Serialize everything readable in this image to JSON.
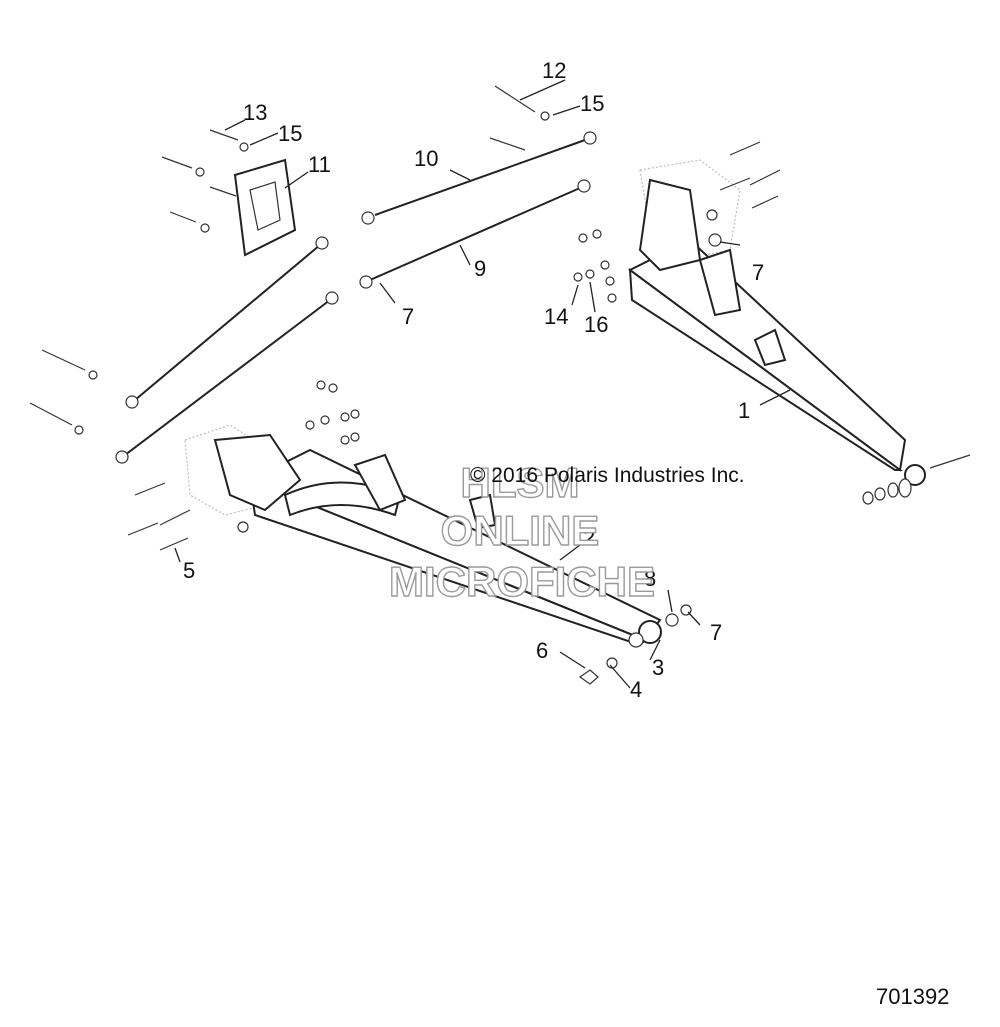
{
  "copyright": "© 2016 Polaris Industries Inc.",
  "watermark": {
    "line1": "HLSM",
    "line2": "ONLINE",
    "line3": "MICROFICHE"
  },
  "figure_id": "701392",
  "callouts": {
    "c1": "1",
    "c2": "2",
    "c3": "3",
    "c4": "4",
    "c5": "5",
    "c6": "6",
    "c7a": "7",
    "c7b": "7",
    "c7c": "7",
    "c8": "8",
    "c9": "9",
    "c10": "10",
    "c11": "11",
    "c12": "12",
    "c13": "13",
    "c14": "14",
    "c15a": "15",
    "c15b": "15",
    "c16": "16"
  }
}
